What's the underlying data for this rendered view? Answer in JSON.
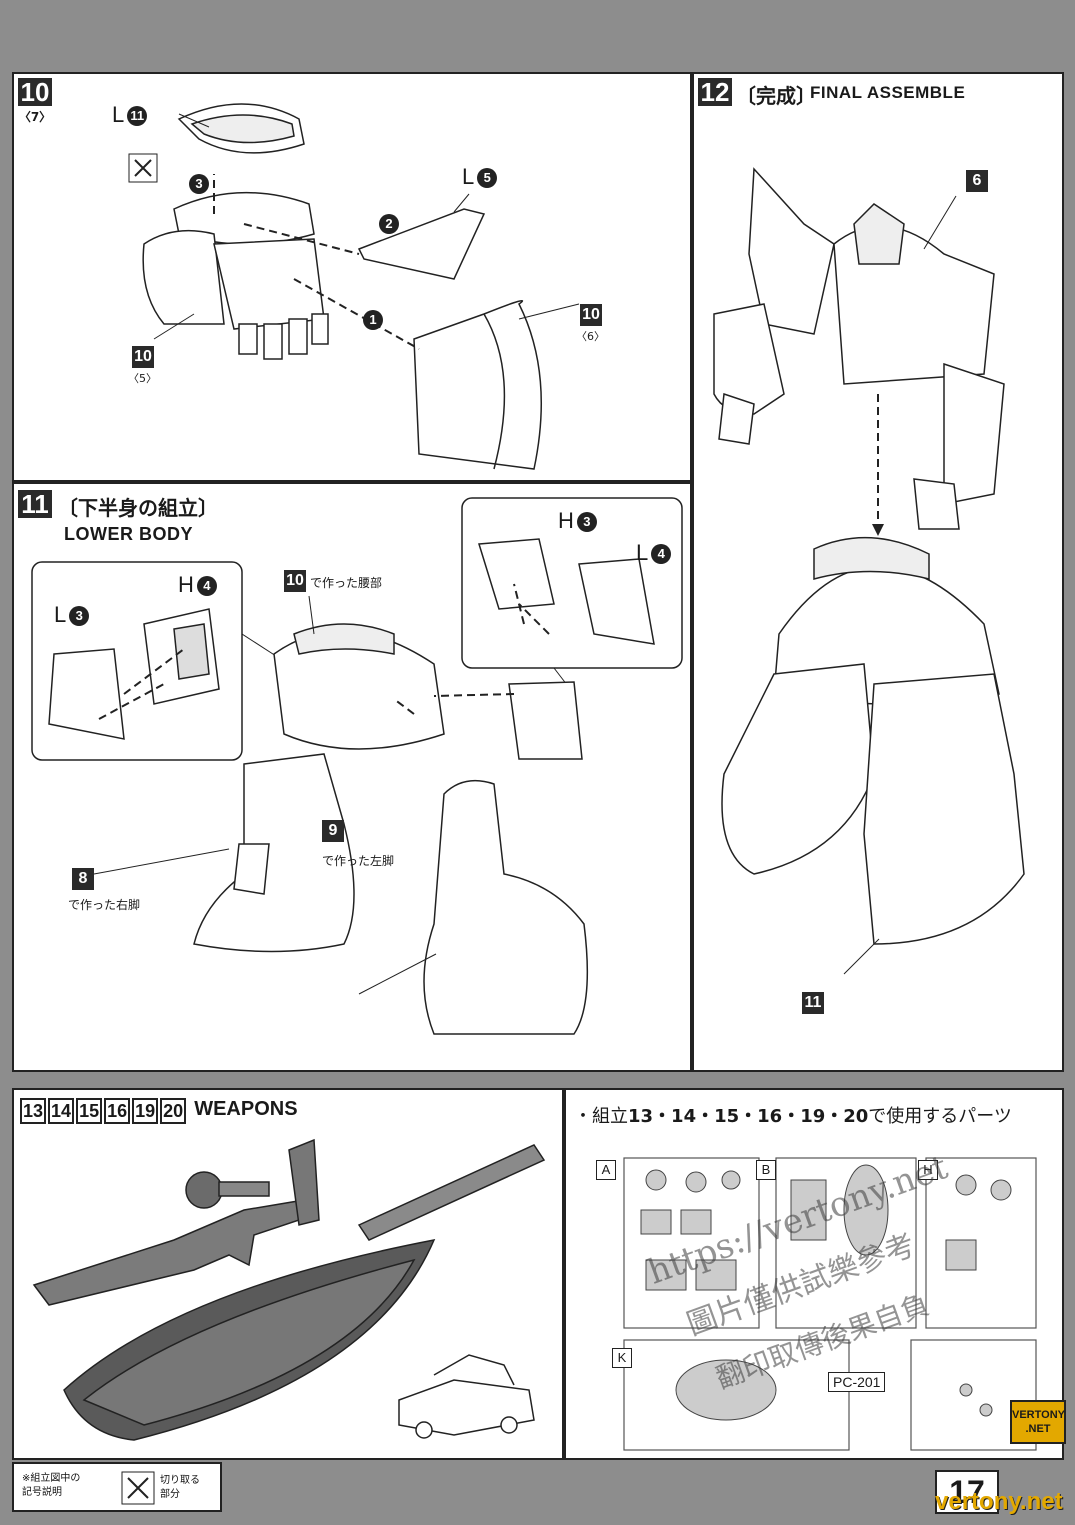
{
  "step10": {
    "num": "10",
    "sub": "〈7〉",
    "part_l11": "L",
    "l11_circle": "11",
    "part_l5": "L",
    "l5_circle": "5",
    "ref_top": "10",
    "ref_top_sub": "〈6〉",
    "ref_bottom": "10",
    "ref_bottom_sub": "〈5〉",
    "arrow1": "1",
    "arrow2": "2",
    "arrow3": "3"
  },
  "step11": {
    "num": "11",
    "title_jp": "〔下半身の組立〕",
    "title_en": "LOWER BODY",
    "waist_ref": "10",
    "waist_label": "で作った腰部",
    "right_leg_ref": "8",
    "right_leg_label": "で作った右脚",
    "left_leg_ref": "9",
    "left_leg_label": "で作った左脚",
    "part_h4": "H",
    "h4_circle": "4",
    "part_l3": "L",
    "l3_circle": "3",
    "part_h3": "H",
    "h3_circle": "3",
    "part_l4": "L",
    "l4_circle": "4"
  },
  "step12": {
    "num": "12",
    "title_jp": "〔完成〕",
    "title_en": "FINAL ASSEMBLE",
    "upper_ref": "6",
    "lower_ref": "11"
  },
  "weapons": {
    "nums": [
      "13",
      "14",
      "15",
      "16",
      "19",
      "20"
    ],
    "title": "WEAPONS",
    "parts_title_prefix": "・組立",
    "parts_title_nums": "13・14・15・16・19・20",
    "parts_title_suffix": "で使用するパーツ",
    "runners": [
      "A",
      "B",
      "H",
      "K"
    ],
    "pc_label": "PC-201"
  },
  "footer": {
    "note_line1": "※組立図中の",
    "note_line2": "記号説明",
    "cut_line1": "切り取る",
    "cut_line2": "部分",
    "page": "17"
  },
  "watermark": {
    "url": "https://vertony.net",
    "jp1": "圖片僅供試樂參考",
    "jp2": "翻印取傳後果自負",
    "badge_line1": "VERTONY",
    "badge_line2": ".NET",
    "bottom": "vertony.net"
  }
}
